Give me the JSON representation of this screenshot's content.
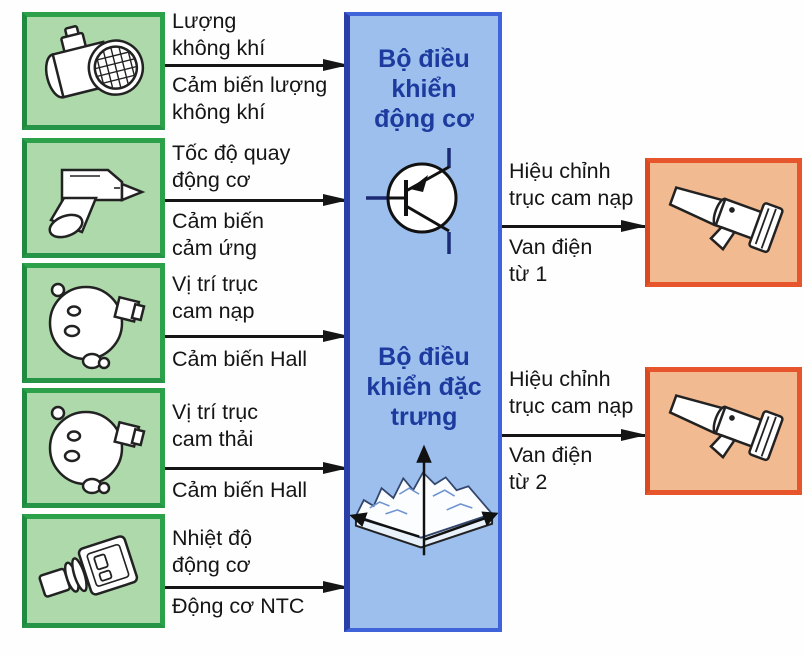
{
  "diagram": {
    "kind": "engine-camshaft-control-block-diagram",
    "colors": {
      "sensor_box_fill": "#aed9ab",
      "sensor_box_border": "#2da04a",
      "ecu_fill": "#9cbfee",
      "ecu_border": "#3f63d8",
      "ecu_text": "#1d3a9e",
      "output_box_fill": "#f2ba90",
      "output_box_border": "#e6552b",
      "label_text": "#151515"
    }
  },
  "sensors": [
    {
      "signal": "Lượng\nkhông khí",
      "name": "Cảm biến lượng\nkhông khí",
      "icon": "air-flow-meter-icon"
    },
    {
      "signal": "Tốc độ quay\nđộng cơ",
      "name": "Cảm biến\ncảm ứng",
      "icon": "inductive-sensor-icon"
    },
    {
      "signal": "Vị trí trục\ncam nạp",
      "name": "Cảm biến Hall",
      "icon": "hall-sensor-icon"
    },
    {
      "signal": "Vị trí trục\ncam thải",
      "name": "Cảm biến Hall",
      "icon": "hall-sensor-icon"
    },
    {
      "signal": "Nhiệt độ\nđộng cơ",
      "name": "Động cơ NTC",
      "icon": "temperature-sensor-icon"
    }
  ],
  "ecu": {
    "top_label": "Bộ điều\nkhiển\nđộng cơ",
    "bottom_label": "Bộ điều\nkhiển đặc\ntrưng"
  },
  "outputs": [
    {
      "signal": "Hiệu chỉnh\ntrục cam nạp",
      "name": "Van điện\ntừ 1",
      "icon": "solenoid-valve-icon"
    },
    {
      "signal": "Hiệu chỉnh\ntrục cam nạp",
      "name": "Van điện\ntừ 2",
      "icon": "solenoid-valve-icon"
    }
  ]
}
